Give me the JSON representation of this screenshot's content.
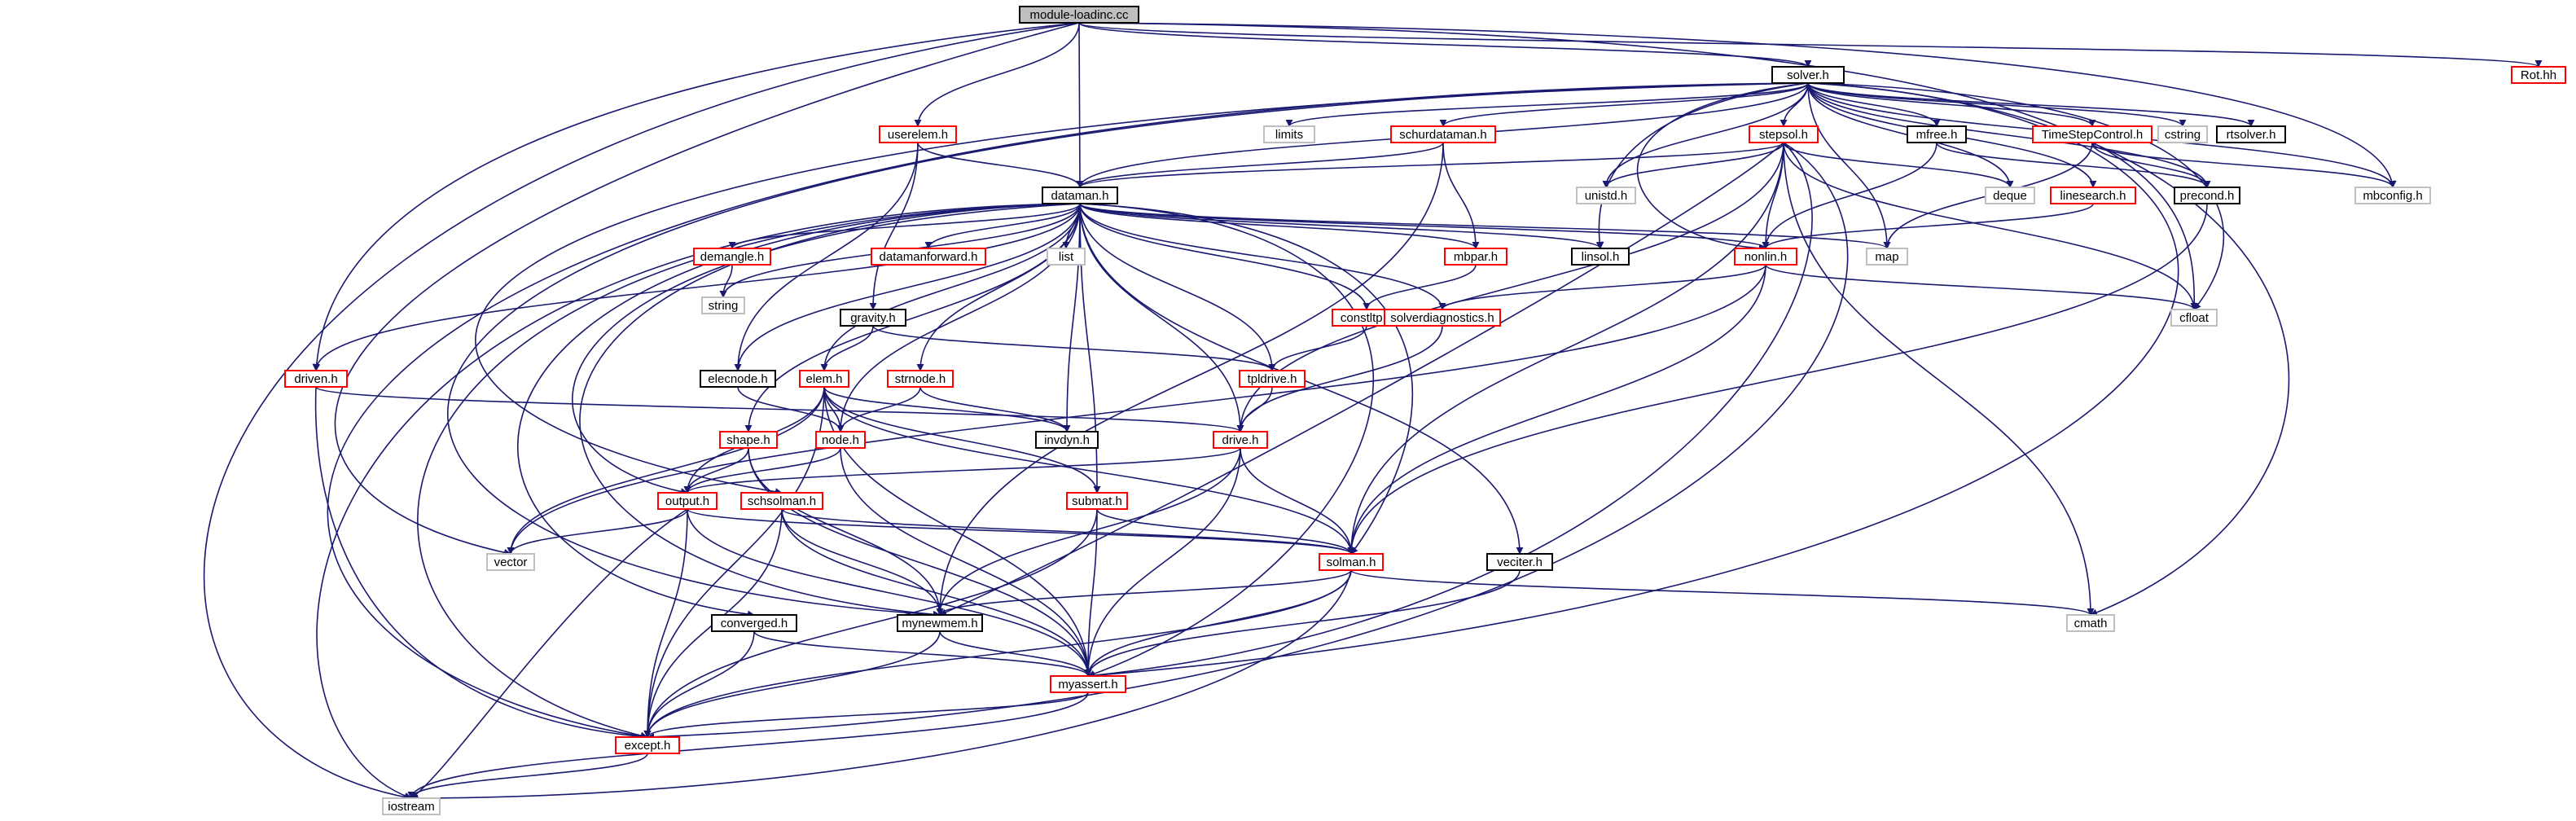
{
  "graph": {
    "root": "module-loadinc.cc",
    "colors": {
      "edge": "#191970",
      "root_fill": "#bfbfbf",
      "documented_border": "#000000",
      "undocumented_border": "#ff0000",
      "system_header_border": "#bfbfbf"
    },
    "nodes": [
      {
        "id": "module-loadinc.cc",
        "label": "module-loadinc.cc",
        "kind": "root"
      },
      {
        "id": "solver.h",
        "label": "solver.h",
        "kind": "documented"
      },
      {
        "id": "Rot.hh",
        "label": "Rot.hh",
        "kind": "undocumented"
      },
      {
        "id": "limits",
        "label": "limits",
        "kind": "system"
      },
      {
        "id": "userelem.h",
        "label": "userelem.h",
        "kind": "undocumented"
      },
      {
        "id": "schurdataman.h",
        "label": "schurdataman.h",
        "kind": "undocumented"
      },
      {
        "id": "stepsol.h",
        "label": "stepsol.h",
        "kind": "undocumented"
      },
      {
        "id": "mfree.h",
        "label": "mfree.h",
        "kind": "documented"
      },
      {
        "id": "TimeStepControl.h",
        "label": "TimeStepControl.h",
        "kind": "undocumented"
      },
      {
        "id": "cstring",
        "label": "cstring",
        "kind": "system"
      },
      {
        "id": "rtsolver.h",
        "label": "rtsolver.h",
        "kind": "documented"
      },
      {
        "id": "dataman.h",
        "label": "dataman.h",
        "kind": "documented"
      },
      {
        "id": "unistd.h",
        "label": "unistd.h",
        "kind": "system"
      },
      {
        "id": "deque",
        "label": "deque",
        "kind": "system"
      },
      {
        "id": "linesearch.h",
        "label": "linesearch.h",
        "kind": "undocumented"
      },
      {
        "id": "precond.h",
        "label": "precond.h",
        "kind": "documented"
      },
      {
        "id": "mbconfig.h",
        "label": "mbconfig.h",
        "kind": "system"
      },
      {
        "id": "demangle.h",
        "label": "demangle.h",
        "kind": "undocumented"
      },
      {
        "id": "datamanforward.h",
        "label": "datamanforward.h",
        "kind": "undocumented"
      },
      {
        "id": "list",
        "label": "list",
        "kind": "system"
      },
      {
        "id": "mbpar.h",
        "label": "mbpar.h",
        "kind": "undocumented"
      },
      {
        "id": "linsol.h",
        "label": "linsol.h",
        "kind": "documented"
      },
      {
        "id": "nonlin.h",
        "label": "nonlin.h",
        "kind": "undocumented"
      },
      {
        "id": "map",
        "label": "map",
        "kind": "system"
      },
      {
        "id": "string",
        "label": "string",
        "kind": "system"
      },
      {
        "id": "gravity.h",
        "label": "gravity.h",
        "kind": "documented"
      },
      {
        "id": "constltp.h",
        "label": "constltp.h",
        "kind": "undocumented"
      },
      {
        "id": "solverdiagnostics.h",
        "label": "solverdiagnostics.h",
        "kind": "undocumented"
      },
      {
        "id": "cfloat",
        "label": "cfloat",
        "kind": "system"
      },
      {
        "id": "driven.h",
        "label": "driven.h",
        "kind": "undocumented"
      },
      {
        "id": "elecnode.h",
        "label": "elecnode.h",
        "kind": "documented"
      },
      {
        "id": "elem.h",
        "label": "elem.h",
        "kind": "undocumented"
      },
      {
        "id": "strnode.h",
        "label": "strnode.h",
        "kind": "undocumented"
      },
      {
        "id": "tpldrive.h",
        "label": "tpldrive.h",
        "kind": "undocumented"
      },
      {
        "id": "shape.h",
        "label": "shape.h",
        "kind": "undocumented"
      },
      {
        "id": "node.h",
        "label": "node.h",
        "kind": "undocumented"
      },
      {
        "id": "invdyn.h",
        "label": "invdyn.h",
        "kind": "documented"
      },
      {
        "id": "drive.h",
        "label": "drive.h",
        "kind": "undocumented"
      },
      {
        "id": "schsolman.h",
        "label": "schsolman.h",
        "kind": "undocumented"
      },
      {
        "id": "output.h",
        "label": "output.h",
        "kind": "undocumented"
      },
      {
        "id": "submat.h",
        "label": "submat.h",
        "kind": "undocumented"
      },
      {
        "id": "vector",
        "label": "vector",
        "kind": "system"
      },
      {
        "id": "solman.h",
        "label": "solman.h",
        "kind": "undocumented"
      },
      {
        "id": "veciter.h",
        "label": "veciter.h",
        "kind": "documented"
      },
      {
        "id": "converged.h",
        "label": "converged.h",
        "kind": "documented"
      },
      {
        "id": "mynewmem.h",
        "label": "mynewmem.h",
        "kind": "documented"
      },
      {
        "id": "cmath",
        "label": "cmath",
        "kind": "system"
      },
      {
        "id": "myassert.h",
        "label": "myassert.h",
        "kind": "undocumented"
      },
      {
        "id": "except.h",
        "label": "except.h",
        "kind": "undocumented"
      },
      {
        "id": "iostream",
        "label": "iostream",
        "kind": "system"
      }
    ],
    "edges": [
      [
        "module-loadinc.cc",
        "solver.h"
      ],
      [
        "module-loadinc.cc",
        "Rot.hh"
      ],
      [
        "module-loadinc.cc",
        "userelem.h"
      ],
      [
        "module-loadinc.cc",
        "dataman.h"
      ],
      [
        "module-loadinc.cc",
        "driven.h"
      ],
      [
        "module-loadinc.cc",
        "vector"
      ],
      [
        "module-loadinc.cc",
        "iostream"
      ],
      [
        "module-loadinc.cc",
        "cfloat"
      ],
      [
        "module-loadinc.cc",
        "mbconfig.h"
      ],
      [
        "solver.h",
        "limits"
      ],
      [
        "solver.h",
        "schurdataman.h"
      ],
      [
        "solver.h",
        "stepsol.h"
      ],
      [
        "solver.h",
        "mfree.h"
      ],
      [
        "solver.h",
        "TimeStepControl.h"
      ],
      [
        "solver.h",
        "cstring"
      ],
      [
        "solver.h",
        "rtsolver.h"
      ],
      [
        "solver.h",
        "dataman.h"
      ],
      [
        "solver.h",
        "unistd.h"
      ],
      [
        "solver.h",
        "deque"
      ],
      [
        "solver.h",
        "linesearch.h"
      ],
      [
        "solver.h",
        "precond.h"
      ],
      [
        "solver.h",
        "mbconfig.h"
      ],
      [
        "solver.h",
        "linsol.h"
      ],
      [
        "solver.h",
        "nonlin.h"
      ],
      [
        "solver.h",
        "map"
      ],
      [
        "solver.h",
        "cfloat"
      ],
      [
        "solver.h",
        "cmath"
      ],
      [
        "solver.h",
        "except.h"
      ],
      [
        "solver.h",
        "myassert.h"
      ],
      [
        "solver.h",
        "mynewmem.h"
      ],
      [
        "solver.h",
        "schsolman.h"
      ],
      [
        "userelem.h",
        "dataman.h"
      ],
      [
        "userelem.h",
        "gravity.h"
      ],
      [
        "userelem.h",
        "elecnode.h"
      ],
      [
        "schurdataman.h",
        "dataman.h"
      ],
      [
        "schurdataman.h",
        "mbpar.h"
      ],
      [
        "schurdataman.h",
        "mynewmem.h"
      ],
      [
        "stepsol.h",
        "dataman.h"
      ],
      [
        "stepsol.h",
        "unistd.h"
      ],
      [
        "stepsol.h",
        "deque"
      ],
      [
        "stepsol.h",
        "cfloat"
      ],
      [
        "stepsol.h",
        "cmath"
      ],
      [
        "stepsol.h",
        "nonlin.h"
      ],
      [
        "stepsol.h",
        "drive.h"
      ],
      [
        "stepsol.h",
        "solman.h"
      ],
      [
        "stepsol.h",
        "mynewmem.h"
      ],
      [
        "stepsol.h",
        "myassert.h"
      ],
      [
        "stepsol.h",
        "except.h"
      ],
      [
        "mfree.h",
        "precond.h"
      ],
      [
        "mfree.h",
        "nonlin.h"
      ],
      [
        "TimeStepControl.h",
        "mbconfig.h"
      ],
      [
        "TimeStepControl.h",
        "precond.h"
      ],
      [
        "TimeStepControl.h",
        "map"
      ],
      [
        "linesearch.h",
        "nonlin.h"
      ],
      [
        "precond.h",
        "solman.h"
      ],
      [
        "dataman.h",
        "demangle.h"
      ],
      [
        "dataman.h",
        "datamanforward.h"
      ],
      [
        "dataman.h",
        "list"
      ],
      [
        "dataman.h",
        "mbpar.h"
      ],
      [
        "dataman.h",
        "linsol.h"
      ],
      [
        "dataman.h",
        "nonlin.h"
      ],
      [
        "dataman.h",
        "map"
      ],
      [
        "dataman.h",
        "string"
      ],
      [
        "dataman.h",
        "constltp.h"
      ],
      [
        "dataman.h",
        "solverdiagnostics.h"
      ],
      [
        "dataman.h",
        "driven.h"
      ],
      [
        "dataman.h",
        "elecnode.h"
      ],
      [
        "dataman.h",
        "elem.h"
      ],
      [
        "dataman.h",
        "strnode.h"
      ],
      [
        "dataman.h",
        "tpldrive.h"
      ],
      [
        "dataman.h",
        "shape.h"
      ],
      [
        "dataman.h",
        "node.h"
      ],
      [
        "dataman.h",
        "invdyn.h"
      ],
      [
        "dataman.h",
        "drive.h"
      ],
      [
        "dataman.h",
        "output.h"
      ],
      [
        "dataman.h",
        "submat.h"
      ],
      [
        "dataman.h",
        "solman.h"
      ],
      [
        "dataman.h",
        "veciter.h"
      ],
      [
        "dataman.h",
        "converged.h"
      ],
      [
        "dataman.h",
        "mynewmem.h"
      ],
      [
        "dataman.h",
        "myassert.h"
      ],
      [
        "dataman.h",
        "except.h"
      ],
      [
        "dataman.h",
        "iostream"
      ],
      [
        "demangle.h",
        "string"
      ],
      [
        "mbpar.h",
        "constltp.h"
      ],
      [
        "nonlin.h",
        "solverdiagnostics.h"
      ],
      [
        "nonlin.h",
        "cfloat"
      ],
      [
        "nonlin.h",
        "vector"
      ],
      [
        "nonlin.h",
        "solman.h"
      ],
      [
        "gravity.h",
        "elem.h"
      ],
      [
        "gravity.h",
        "tpldrive.h"
      ],
      [
        "constltp.h",
        "tpldrive.h"
      ],
      [
        "solverdiagnostics.h",
        "drive.h"
      ],
      [
        "driven.h",
        "drive.h"
      ],
      [
        "driven.h",
        "except.h"
      ],
      [
        "elecnode.h",
        "node.h"
      ],
      [
        "elem.h",
        "node.h"
      ],
      [
        "elem.h",
        "output.h"
      ],
      [
        "elem.h",
        "vector"
      ],
      [
        "elem.h",
        "invdyn.h"
      ],
      [
        "elem.h",
        "submat.h"
      ],
      [
        "elem.h",
        "solman.h"
      ],
      [
        "elem.h",
        "myassert.h"
      ],
      [
        "elem.h",
        "except.h"
      ],
      [
        "strnode.h",
        "node.h"
      ],
      [
        "strnode.h",
        "invdyn.h"
      ],
      [
        "tpldrive.h",
        "drive.h"
      ],
      [
        "shape.h",
        "output.h"
      ],
      [
        "shape.h",
        "mynewmem.h"
      ],
      [
        "shape.h",
        "myassert.h"
      ],
      [
        "node.h",
        "output.h"
      ],
      [
        "node.h",
        "myassert.h"
      ],
      [
        "drive.h",
        "output.h"
      ],
      [
        "drive.h",
        "solman.h"
      ],
      [
        "drive.h",
        "mynewmem.h"
      ],
      [
        "drive.h",
        "myassert.h"
      ],
      [
        "schsolman.h",
        "solman.h"
      ],
      [
        "schsolman.h",
        "mynewmem.h"
      ],
      [
        "schsolman.h",
        "myassert.h"
      ],
      [
        "schsolman.h",
        "except.h"
      ],
      [
        "output.h",
        "vector"
      ],
      [
        "output.h",
        "solman.h"
      ],
      [
        "output.h",
        "myassert.h"
      ],
      [
        "output.h",
        "except.h"
      ],
      [
        "output.h",
        "iostream"
      ],
      [
        "submat.h",
        "solman.h"
      ],
      [
        "submat.h",
        "myassert.h"
      ],
      [
        "submat.h",
        "except.h"
      ],
      [
        "solman.h",
        "mynewmem.h"
      ],
      [
        "solman.h",
        "cmath"
      ],
      [
        "solman.h",
        "myassert.h"
      ],
      [
        "solman.h",
        "except.h"
      ],
      [
        "solman.h",
        "iostream"
      ],
      [
        "veciter.h",
        "myassert.h"
      ],
      [
        "converged.h",
        "myassert.h"
      ],
      [
        "converged.h",
        "except.h"
      ],
      [
        "mynewmem.h",
        "myassert.h"
      ],
      [
        "mynewmem.h",
        "except.h"
      ],
      [
        "myassert.h",
        "except.h"
      ],
      [
        "myassert.h",
        "iostream"
      ],
      [
        "except.h",
        "iostream"
      ]
    ]
  }
}
